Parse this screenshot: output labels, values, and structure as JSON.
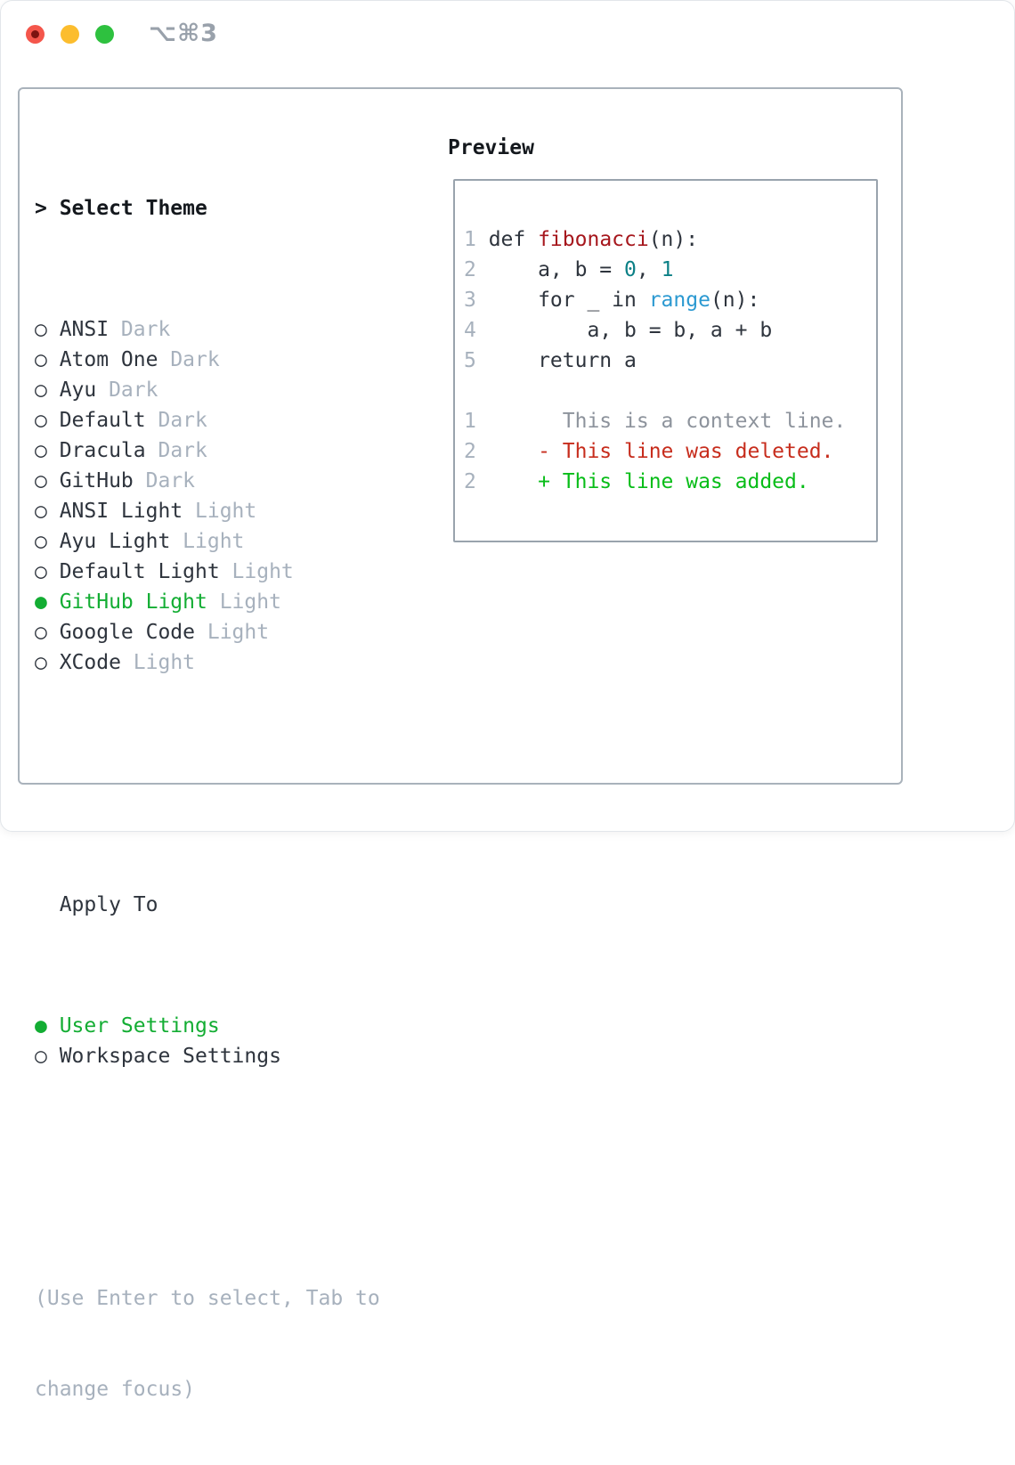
{
  "window": {
    "shortcut_label": "⌥⌘3",
    "traffic_lights": [
      "close",
      "minimize",
      "zoom"
    ]
  },
  "colors": {
    "text": "#2e343d",
    "heading": "#14181d",
    "muted": "#a7b1bd",
    "context_gray": "#8d939c",
    "selection_green": "#13ad33",
    "diff_added_green": "#08bd18",
    "diff_deleted_red": "#c72d1d",
    "function_red": "#a6171d",
    "number_teal": "#0c8086",
    "builtin_blue": "#2b99d1",
    "panel_border": "#a9b2bb",
    "preview_border": "#99a3ad",
    "traffic_red": "#f4564b",
    "traffic_yellow": "#fcbd2e",
    "traffic_green": "#2ec13f"
  },
  "theme_panel": {
    "prompt_marker": ">",
    "prompt": "Select Theme",
    "radio_unselected": "○",
    "radio_selected": "●",
    "themes": [
      {
        "name": "ANSI",
        "variant": "Dark",
        "selected": false
      },
      {
        "name": "Atom One",
        "variant": "Dark",
        "selected": false
      },
      {
        "name": "Ayu",
        "variant": "Dark",
        "selected": false
      },
      {
        "name": "Default",
        "variant": "Dark",
        "selected": false
      },
      {
        "name": "Dracula",
        "variant": "Dark",
        "selected": false
      },
      {
        "name": "GitHub",
        "variant": "Dark",
        "selected": false
      },
      {
        "name": "ANSI Light",
        "variant": "Light",
        "selected": false
      },
      {
        "name": "Ayu Light",
        "variant": "Light",
        "selected": false
      },
      {
        "name": "Default Light",
        "variant": "Light",
        "selected": false
      },
      {
        "name": "GitHub Light",
        "variant": "Light",
        "selected": true
      },
      {
        "name": "Google Code",
        "variant": "Light",
        "selected": false
      },
      {
        "name": "XCode",
        "variant": "Light",
        "selected": false
      }
    ],
    "apply_to": {
      "label": "Apply To",
      "options": [
        {
          "label": "User Settings",
          "selected": true
        },
        {
          "label": "Workspace Settings",
          "selected": false
        }
      ]
    },
    "hint_lines": [
      "(Use Enter to select, Tab to",
      "change focus)"
    ]
  },
  "preview": {
    "label": "Preview",
    "lines": [
      {
        "num": "1",
        "segments": [
          {
            "t": "def ",
            "c": "text"
          },
          {
            "t": "fibonacci",
            "c": "func"
          },
          {
            "t": "(n):",
            "c": "text"
          }
        ]
      },
      {
        "num": "2",
        "segments": [
          {
            "t": "    a, b = ",
            "c": "text"
          },
          {
            "t": "0",
            "c": "num"
          },
          {
            "t": ", ",
            "c": "text"
          },
          {
            "t": "1",
            "c": "num"
          }
        ]
      },
      {
        "num": "3",
        "segments": [
          {
            "t": "    for _ in ",
            "c": "text"
          },
          {
            "t": "range",
            "c": "builtin"
          },
          {
            "t": "(n):",
            "c": "text"
          }
        ]
      },
      {
        "num": "4",
        "segments": [
          {
            "t": "        a, b = b, a + b",
            "c": "text"
          }
        ]
      },
      {
        "num": "5",
        "segments": [
          {
            "t": "    return a",
            "c": "text"
          }
        ]
      },
      {
        "num": "",
        "segments": []
      },
      {
        "num": "1",
        "segments": [
          {
            "t": "      This is a context line.",
            "c": "context"
          }
        ]
      },
      {
        "num": "2",
        "segments": [
          {
            "t": "    - This line was deleted.",
            "c": "deleted"
          }
        ]
      },
      {
        "num": "2",
        "segments": [
          {
            "t": "    + This line was added.",
            "c": "added"
          }
        ]
      }
    ]
  }
}
